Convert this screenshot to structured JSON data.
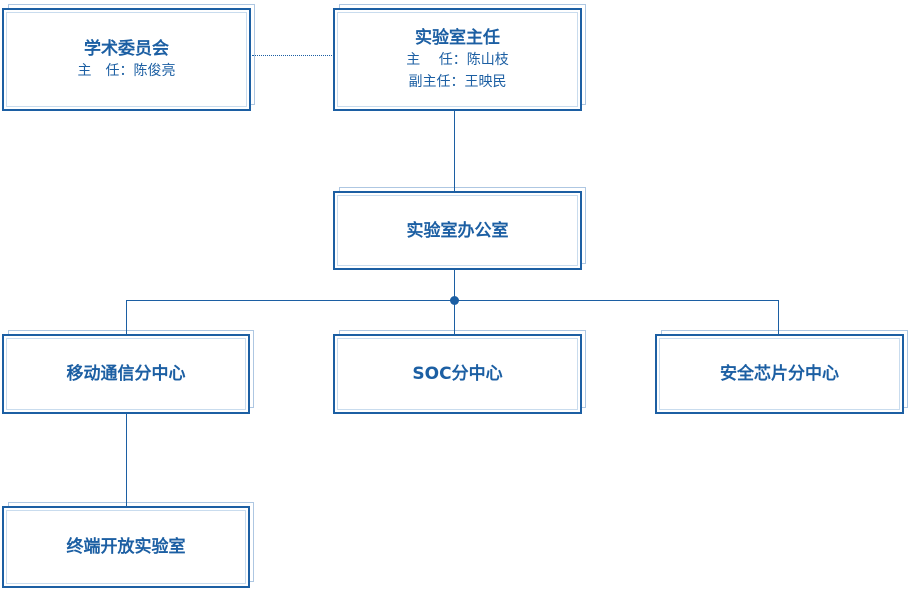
{
  "academic_committee": {
    "title": "学术委员会",
    "director": "主　任：陈俊亮"
  },
  "lab_director": {
    "title": "实验室主任",
    "director": "主　 任：陈山枝",
    "deputy": "副主任：王映民"
  },
  "lab_office": {
    "title": "实验室办公室"
  },
  "centers": [
    {
      "title": "移动通信分中心"
    },
    {
      "title": "SOC分中心"
    },
    {
      "title": "安全芯片分中心"
    }
  ],
  "terminal_lab": {
    "title": "终端开放实验室"
  }
}
